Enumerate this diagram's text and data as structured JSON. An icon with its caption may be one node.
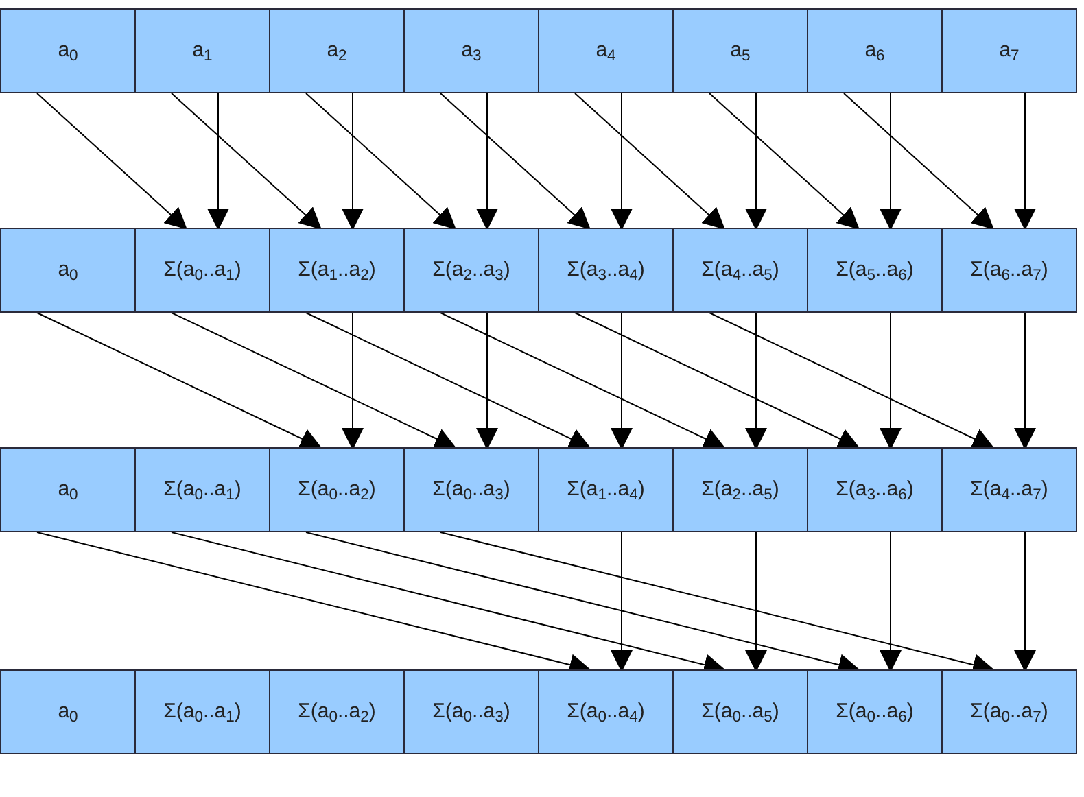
{
  "diagram": {
    "nodes": [
      {
        "text": [
          "a$_{0}$"
        ]
      },
      {
        "text": [
          "a$_{1}$"
        ]
      },
      {
        "text": [
          "a$_{2}$"
        ]
      },
      {
        "text": [
          "a$_{3}$"
        ]
      },
      {
        "text": [
          "a$_{4}$"
        ]
      },
      {
        "text": [
          "a$_{5}$"
        ]
      },
      {
        "text": [
          "a$_{6}$"
        ]
      },
      {
        "text": [
          "a$_{7}$"
        ]
      },
      {
        "text": [
          "a$_{0}$"
        ]
      },
      {
        "text": [
          "Σ(a$_{0}$..a$_{1}$)"
        ]
      },
      {
        "text": [
          "Σ(a$_{1}$..a$_{2}$)"
        ]
      },
      {
        "text": [
          "Σ(a$_{2}$..a$_{3}$)"
        ]
      },
      {
        "text": [
          "Σ(a$_{3}$..a$_{4}$)"
        ]
      },
      {
        "text": [
          "Σ(a$_{4}$..a$_{5}$)"
        ]
      },
      {
        "text": [
          "Σ(a$_{5}$..a$_{6}$)"
        ]
      },
      {
        "text": [
          "Σ(a$_{6}$..a$_{7}$)"
        ]
      },
      {
        "text": [
          "a$_{0}$"
        ]
      },
      {
        "text": [
          "Σ(a$_{0}$..a$_{1}$)"
        ]
      },
      {
        "text": [
          "Σ(a$_{0}$..a$_{2}$)"
        ]
      },
      {
        "text": [
          "Σ(a$_{0}$..a$_{3}$)"
        ]
      },
      {
        "text": [
          "Σ(a$_{1}$..a$_{4}$)"
        ]
      },
      {
        "text": [
          "Σ(a$_{2}$..a$_{5}$)"
        ]
      },
      {
        "text": [
          "Σ(a$_{3}$..a$_{6}$)"
        ]
      },
      {
        "text": [
          "Σ(a$_{4}$..a$_{7}$)"
        ]
      },
      {
        "text": [
          "a$_{0}$"
        ]
      },
      {
        "text": [
          "Σ(a$_{0}$..a$_{1}$)"
        ]
      },
      {
        "text": [
          "Σ(a$_{0}$..a$_{2}$)"
        ]
      },
      {
        "text": [
          "Σ(a$_{0}$..a$_{3}$)"
        ]
      },
      {
        "text": [
          "Σ(a$_{0}$..a$_{4}$)"
        ]
      },
      {
        "text": [
          "Σ(a$_{0}$..a$_{5}$)"
        ]
      },
      {
        "text": [
          "Σ(a$_{0}$..a$_{6}$)"
        ]
      },
      {
        "text": [
          "Σ(a$_{0}$..a$_{7}$)"
        ]
      }
    ],
    "edges": [
      {
        "from": 0,
        "to": 9,
        "arrow": "to"
      },
      {
        "from": 1,
        "to": 9,
        "arrow": "to"
      },
      {
        "from": 1,
        "to": 10,
        "arrow": "to"
      },
      {
        "from": 2,
        "to": 10,
        "arrow": "to"
      },
      {
        "from": 2,
        "to": 11,
        "arrow": "to"
      },
      {
        "from": 3,
        "to": 11,
        "arrow": "to"
      },
      {
        "from": 3,
        "to": 12,
        "arrow": "to"
      },
      {
        "from": 4,
        "to": 12,
        "arrow": "to"
      },
      {
        "from": 4,
        "to": 13,
        "arrow": "to"
      },
      {
        "from": 5,
        "to": 13,
        "arrow": "to"
      },
      {
        "from": 5,
        "to": 14,
        "arrow": "to"
      },
      {
        "from": 6,
        "to": 14,
        "arrow": "to"
      },
      {
        "from": 6,
        "to": 15,
        "arrow": "to"
      },
      {
        "from": 7,
        "to": 15,
        "arrow": "to"
      },
      {
        "from": 8,
        "to": 18,
        "arrow": "to"
      },
      {
        "from": 10,
        "to": 18,
        "arrow": "to"
      },
      {
        "from": 9,
        "to": 19,
        "arrow": "to"
      },
      {
        "from": 11,
        "to": 19,
        "arrow": "to"
      },
      {
        "from": 10,
        "to": 20,
        "arrow": "to"
      },
      {
        "from": 12,
        "to": 20,
        "arrow": "to"
      },
      {
        "from": 11,
        "to": 21,
        "arrow": "to"
      },
      {
        "from": 13,
        "to": 21,
        "arrow": "to"
      },
      {
        "from": 12,
        "to": 22,
        "arrow": "to"
      },
      {
        "from": 14,
        "to": 22,
        "arrow": "to"
      },
      {
        "from": 13,
        "to": 23,
        "arrow": "to"
      },
      {
        "from": 15,
        "to": 23,
        "arrow": "to"
      },
      {
        "from": 16,
        "to": 28,
        "arrow": "to"
      },
      {
        "from": 20,
        "to": 28,
        "arrow": "to"
      },
      {
        "from": 17,
        "to": 29,
        "arrow": "to"
      },
      {
        "from": 21,
        "to": 29,
        "arrow": "to"
      },
      {
        "from": 18,
        "to": 30,
        "arrow": "to"
      },
      {
        "from": 22,
        "to": 30,
        "arrow": "to"
      },
      {
        "from": 19,
        "to": 31,
        "arrow": "to"
      },
      {
        "from": 23,
        "to": 31,
        "arrow": "to"
      }
    ]
  }
}
